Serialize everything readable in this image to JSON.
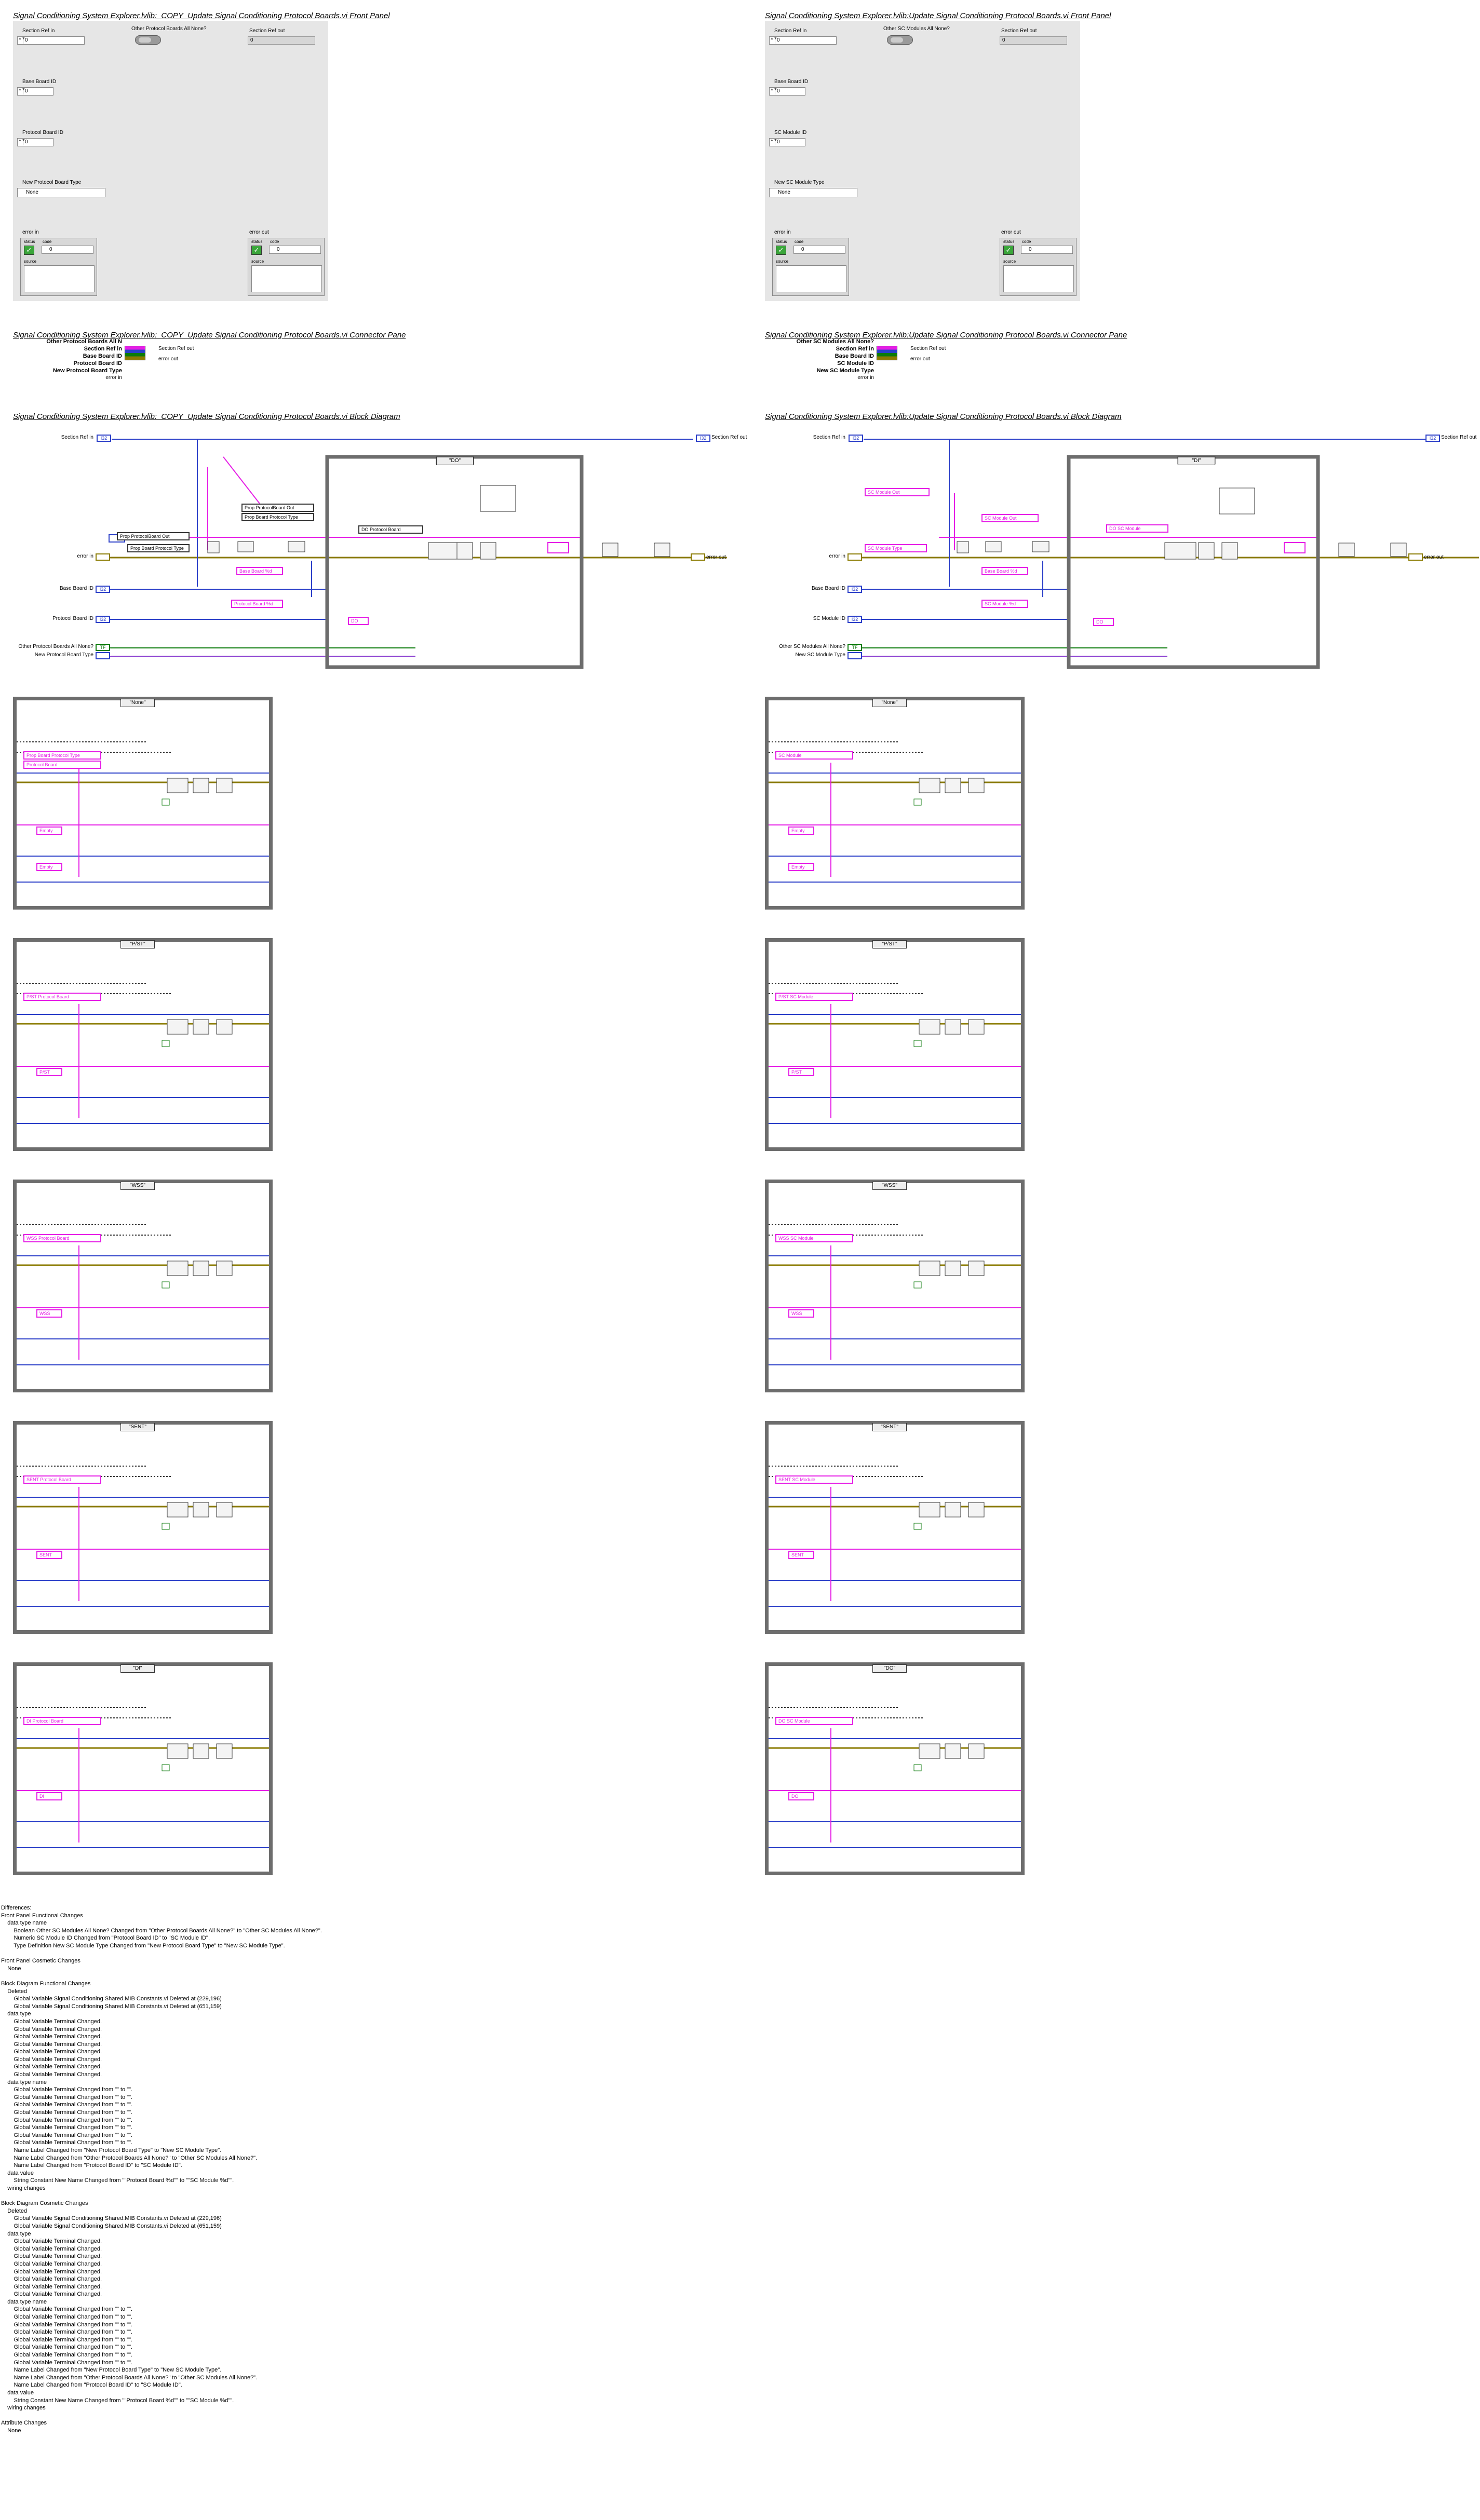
{
  "left": {
    "fp_title": "Signal Conditioning System Explorer.lvlib:_COPY_Update Signal Conditioning Protocol Boards.vi Front Panel",
    "cp_title": "Signal Conditioning System Explorer.lvlib:_COPY_Update Signal Conditioning Protocol Boards.vi Connector Pane",
    "bd_title": "Signal Conditioning System Explorer.lvlib:_COPY_Update Signal Conditioning Protocol Boards.vi Block Diagram",
    "fp": {
      "section_ref_in": "Section Ref in",
      "bool_label": "Other Protocol Boards All None?",
      "section_ref_out": "Section Ref out",
      "base_board_id": "Base Board ID",
      "id_label": "Protocol Board ID",
      "type_label": "New Protocol Board Type",
      "type_value": "None",
      "zero": "0",
      "error_in": "error in",
      "error_out": "error out",
      "status": "status",
      "code": "code",
      "source": "source"
    },
    "cp": {
      "labels_left": [
        "Other Protocol Boards All N",
        "Section Ref in",
        "Base Board ID",
        "Protocol Board ID",
        "New Protocol Board Type",
        "error in"
      ],
      "labels_right": [
        "Section Ref out",
        "error out"
      ]
    },
    "bd": {
      "section_ref_in": "Section Ref in",
      "section_ref_out": "Section Ref out",
      "error_in": "error in",
      "error_out": "error out",
      "base_board_id": "Base Board ID",
      "id": "Protocol Board ID",
      "all_none": "Other Protocol Boards All None?",
      "type": "New Protocol Board Type",
      "case_sel": "\"DO\"",
      "props": [
        "Prop ProtocolBoard Out",
        "Prop Board Protocol Type"
      ],
      "global1": "Prop ProtocolBoard Out",
      "global2": "Prop Board Protocol Type",
      "const_base": "Base Board %d",
      "const_proto": "Protocol Board %d",
      "do_const": "DO",
      "do_board": "DO Protocol Board"
    },
    "cases": [
      {
        "sel": "\"None\"",
        "consts": [
          "Empty",
          "Empty"
        ],
        "props": [
          "Prop Board Protocol Type",
          "Protocol Board"
        ]
      },
      {
        "sel": "\"P/ST\"",
        "consts": [
          "P/ST"
        ],
        "props": [
          "P/ST Protocol Board"
        ]
      },
      {
        "sel": "\"WSS\"",
        "consts": [
          "WSS"
        ],
        "props": [
          "WSS Protocol Board"
        ]
      },
      {
        "sel": "\"SENT\"",
        "consts": [
          "SENT"
        ],
        "props": [
          "SENT Protocol Board"
        ]
      },
      {
        "sel": "\"DI\"",
        "consts": [
          "DI"
        ],
        "props": [
          "DI Protocol Board"
        ]
      }
    ]
  },
  "right": {
    "fp_title": "Signal Conditioning System Explorer.lvlib:Update Signal Conditioning Protocol Boards.vi Front Panel",
    "cp_title": "Signal Conditioning System Explorer.lvlib:Update Signal Conditioning Protocol Boards.vi Connector Pane",
    "bd_title": "Signal Conditioning System Explorer.lvlib:Update Signal Conditioning Protocol Boards.vi Block Diagram",
    "fp": {
      "section_ref_in": "Section Ref in",
      "bool_label": "Other SC Modules All None?",
      "section_ref_out": "Section Ref out",
      "base_board_id": "Base Board ID",
      "id_label": "SC Module ID",
      "type_label": "New SC Module Type",
      "type_value": "None",
      "zero": "0",
      "error_in": "error in",
      "error_out": "error out",
      "status": "status",
      "code": "code",
      "source": "source"
    },
    "cp": {
      "labels_left": [
        "Other SC Modules All None?",
        "Section Ref in",
        "Base Board ID",
        "SC Module ID",
        "New SC Module Type",
        "error in"
      ],
      "labels_right": [
        "Section Ref out",
        "error out"
      ]
    },
    "bd": {
      "section_ref_in": "Section Ref in",
      "section_ref_out": "Section Ref out",
      "error_in": "error in",
      "error_out": "error out",
      "base_board_id": "Base Board ID",
      "id": "SC Module ID",
      "all_none": "Other SC Modules All None?",
      "type": "New SC Module Type",
      "case_sel": "\"DI\"",
      "props": [
        "SC Module Out",
        "SC Module Type"
      ],
      "global1": "SC Module Out",
      "global2": "SC Module Type",
      "const_base": "Base Board %d",
      "const_proto": "SC Module %d",
      "do_const": "DO",
      "do_board": "DO SC Module"
    },
    "cases": [
      {
        "sel": "\"None\"",
        "consts": [
          "Empty",
          "Empty"
        ],
        "props": [
          "SC Module"
        ]
      },
      {
        "sel": "\"P/ST\"",
        "consts": [
          "P/ST"
        ],
        "props": [
          "P/ST SC Module"
        ]
      },
      {
        "sel": "\"WSS\"",
        "consts": [
          "WSS"
        ],
        "props": [
          "WSS SC Module"
        ]
      },
      {
        "sel": "\"SENT\"",
        "consts": [
          "SENT"
        ],
        "props": [
          "SENT SC Module"
        ]
      },
      {
        "sel": "\"DO\"",
        "consts": [
          "DO"
        ],
        "props": [
          "DO SC Module"
        ]
      }
    ]
  },
  "differences": "Differences:\nFront Panel Functional Changes\n    data type name\n        Boolean Other SC Modules All None? Changed from \"Other Protocol Boards All None?\" to \"Other SC Modules All None?\".\n        Numeric SC Module ID Changed from \"Protocol Board ID\" to \"SC Module ID\".\n        Type Definition New SC Module Type Changed from \"New Protocol Board Type\" to \"New SC Module Type\".\n\nFront Panel Cosmetic Changes\n    None\n\nBlock Diagram Functional Changes\n    Deleted\n        Global Variable Signal Conditioning Shared.MIB Constants.vi Deleted at (229,196)\n        Global Variable Signal Conditioning Shared.MIB Constants.vi Deleted at (651,159)\n    data type\n        Global Variable Terminal Changed.\n        Global Variable Terminal Changed.\n        Global Variable Terminal Changed.\n        Global Variable Terminal Changed.\n        Global Variable Terminal Changed.\n        Global Variable Terminal Changed.\n        Global Variable Terminal Changed.\n        Global Variable Terminal Changed.\n    data type name\n        Global Variable Terminal Changed from \"\" to \"\".\n        Global Variable Terminal Changed from \"\" to \"\".\n        Global Variable Terminal Changed from \"\" to \"\".\n        Global Variable Terminal Changed from \"\" to \"\".\n        Global Variable Terminal Changed from \"\" to \"\".\n        Global Variable Terminal Changed from \"\" to \"\".\n        Global Variable Terminal Changed from \"\" to \"\".\n        Global Variable Terminal Changed from \"\" to \"\".\n        Name Label Changed from \"New Protocol Board Type\" to \"New SC Module Type\".\n        Name Label Changed from \"Other Protocol Boards All None?\" to \"Other SC Modules All None?\".\n        Name Label Changed from \"Protocol Board ID\" to \"SC Module ID\".\n    data value\n        String Constant New Name Changed from \"\"Protocol Board %d\"\" to \"\"SC Module %d\"\".\n    wiring changes\n\nBlock Diagram Cosmetic Changes\n    Deleted\n        Global Variable Signal Conditioning Shared.MIB Constants.vi Deleted at (229,196)\n        Global Variable Signal Conditioning Shared.MIB Constants.vi Deleted at (651,159)\n    data type\n        Global Variable Terminal Changed.\n        Global Variable Terminal Changed.\n        Global Variable Terminal Changed.\n        Global Variable Terminal Changed.\n        Global Variable Terminal Changed.\n        Global Variable Terminal Changed.\n        Global Variable Terminal Changed.\n        Global Variable Terminal Changed.\n    data type name\n        Global Variable Terminal Changed from \"\" to \"\".\n        Global Variable Terminal Changed from \"\" to \"\".\n        Global Variable Terminal Changed from \"\" to \"\".\n        Global Variable Terminal Changed from \"\" to \"\".\n        Global Variable Terminal Changed from \"\" to \"\".\n        Global Variable Terminal Changed from \"\" to \"\".\n        Global Variable Terminal Changed from \"\" to \"\".\n        Global Variable Terminal Changed from \"\" to \"\".\n        Name Label Changed from \"New Protocol Board Type\" to \"New SC Module Type\".\n        Name Label Changed from \"Other Protocol Boards All None?\" to \"Other SC Modules All None?\".\n        Name Label Changed from \"Protocol Board ID\" to \"SC Module ID\".\n    data value\n        String Constant New Name Changed from \"\"Protocol Board %d\"\" to \"\"SC Module %d\"\".\n    wiring changes\n\nAttribute Changes\n    None"
}
